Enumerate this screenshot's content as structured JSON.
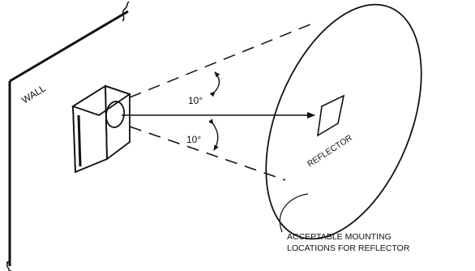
{
  "labels": {
    "wall": "WALL",
    "angle_upper": "10°",
    "angle_lower": "10°",
    "reflector": "REFLECTOR",
    "mounting_line1": "ACCEPTABLE MOUNTING",
    "mounting_line2": "LOCATIONS FOR REFLECTOR"
  },
  "colors": {
    "ink": "#111111",
    "background": "#ffffff"
  }
}
